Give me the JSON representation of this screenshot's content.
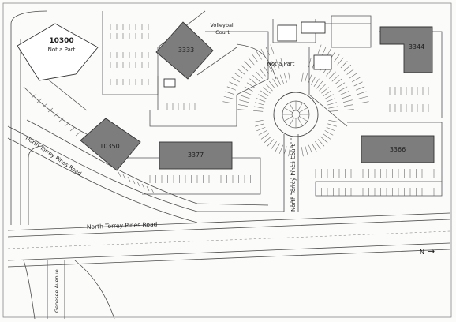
{
  "buildings": [
    {
      "id": "b10300",
      "number": "10300",
      "note": "Not a Part"
    },
    {
      "id": "b3333",
      "number": "3333"
    },
    {
      "id": "b3344",
      "number": "3344"
    },
    {
      "id": "b10350",
      "number": "10350"
    },
    {
      "id": "b3377",
      "number": "3377"
    },
    {
      "id": "b3366",
      "number": "3366"
    }
  ],
  "areas": {
    "volleyball": [
      "Volleyball",
      "Court"
    ],
    "center_note": "Not a Part"
  },
  "streets": {
    "diagonal": "North Torrey Pines Road",
    "main": "North Torrey Pines Road",
    "court": "North Torrey Pines Court",
    "avenue": "Genesee Avenue"
  },
  "north_arrow": {
    "label": "N",
    "glyph": "→"
  },
  "colors": {
    "building_fill": "#7d7d7d",
    "line": "#4a4a4a",
    "background": "#fbfbfa"
  }
}
